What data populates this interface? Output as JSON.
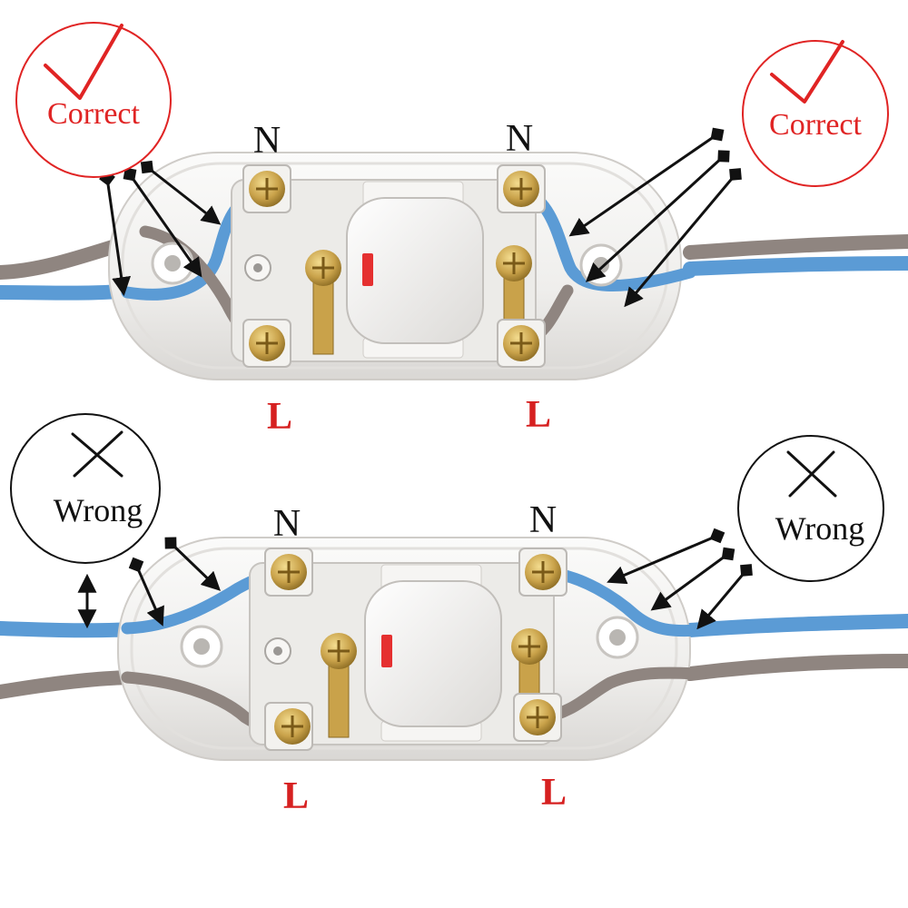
{
  "colors": {
    "neutral_wire": "#5b9bd5",
    "live_wire": "#8f8580",
    "housing": "#f2f1ef",
    "brass": "#c9a24a",
    "label_black": "#111111",
    "label_red": "#d62020",
    "badge_red": "#e02424",
    "badge_black": "#111111"
  },
  "top_panel": {
    "badge_left": {
      "text": "Correct",
      "mark": "check-mark-icon"
    },
    "badge_right": {
      "text": "Correct",
      "mark": "check-mark-icon"
    },
    "neutral_left": "N",
    "neutral_right": "N",
    "live_left": "L",
    "live_right": "L"
  },
  "bottom_panel": {
    "badge_left": {
      "text": "Wrong",
      "mark": "cross-mark-icon"
    },
    "badge_right": {
      "text": "Wrong",
      "mark": "cross-mark-icon"
    },
    "neutral_left": "N",
    "neutral_right": "N",
    "live_left": "L",
    "live_right": "L"
  }
}
